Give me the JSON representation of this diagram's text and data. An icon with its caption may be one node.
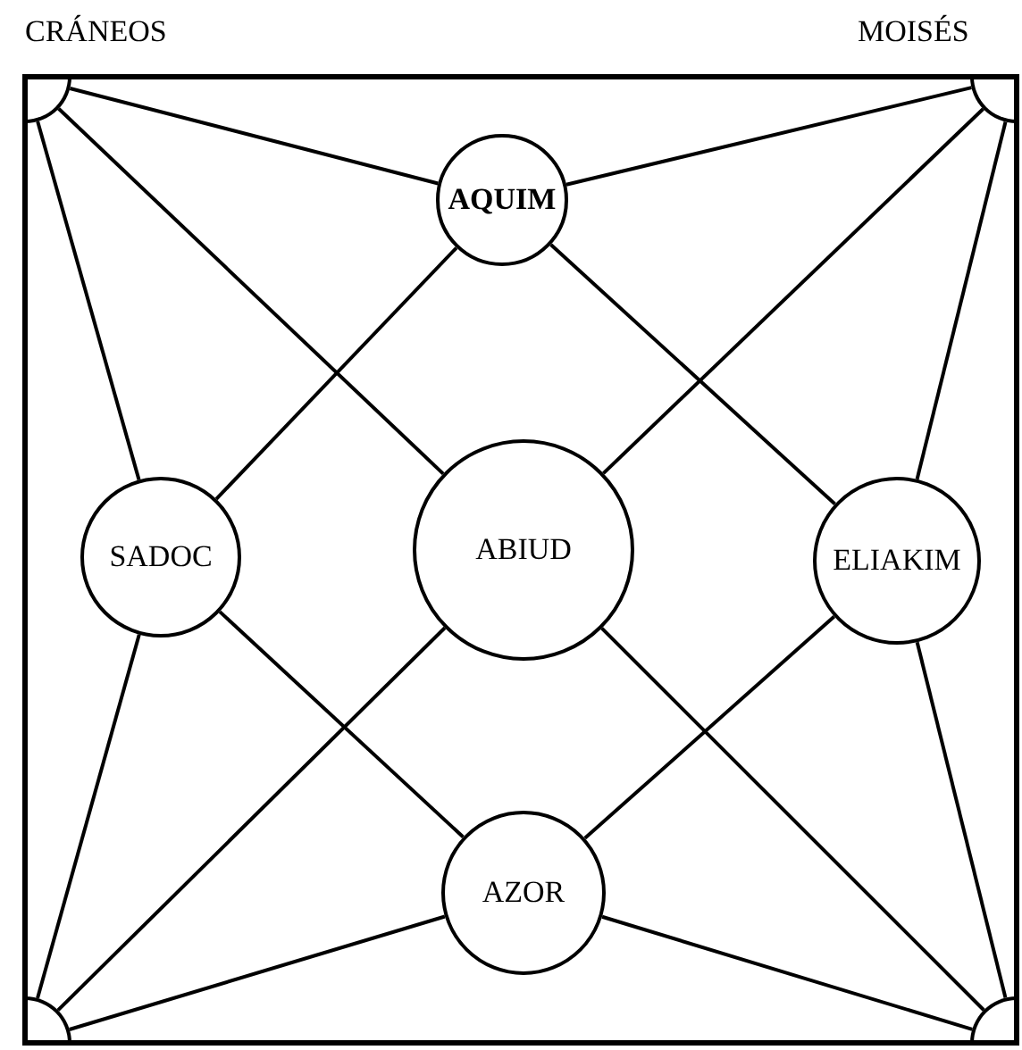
{
  "diagram": {
    "nodes": [
      {
        "text": [],
        "shape": "circle"
      },
      {
        "text": [],
        "shape": "circle"
      },
      {
        "text": [
          "AQUIM"
        ]
      },
      {
        "text": [
          "SADOC"
        ]
      },
      {
        "text": [
          "ABIUD"
        ]
      },
      {
        "text": [
          "ELIAKIM"
        ]
      },
      {
        "text": [
          "AZOR"
        ]
      },
      {
        "text": [],
        "shape": "circle"
      },
      {
        "text": [],
        "shape": "circle"
      }
    ],
    "edges": [
      {
        "from": 0,
        "to": 2,
        "arrow": "none"
      },
      {
        "from": 0,
        "to": 3,
        "arrow": "none"
      },
      {
        "from": 0,
        "to": 4,
        "arrow": "none"
      },
      {
        "from": 1,
        "to": 2,
        "arrow": "none"
      },
      {
        "from": 1,
        "to": 5,
        "arrow": "none"
      },
      {
        "from": 1,
        "to": 4,
        "arrow": "none"
      },
      {
        "from": 2,
        "to": 3,
        "arrow": "none"
      },
      {
        "from": 2,
        "to": 5,
        "arrow": "none"
      },
      {
        "from": 3,
        "to": 6,
        "arrow": "none"
      },
      {
        "from": 5,
        "to": 6,
        "arrow": "none"
      },
      {
        "from": 7,
        "to": 3,
        "arrow": "none"
      },
      {
        "from": 7,
        "to": 6,
        "arrow": "none"
      },
      {
        "from": 7,
        "to": 4,
        "arrow": "none"
      },
      {
        "from": 8,
        "to": 5,
        "arrow": "none"
      },
      {
        "from": 8,
        "to": 6,
        "arrow": "none"
      },
      {
        "from": 8,
        "to": 4,
        "arrow": "none"
      }
    ],
    "labels": [
      "CRÁNEOS",
      "MOISÉS"
    ]
  }
}
